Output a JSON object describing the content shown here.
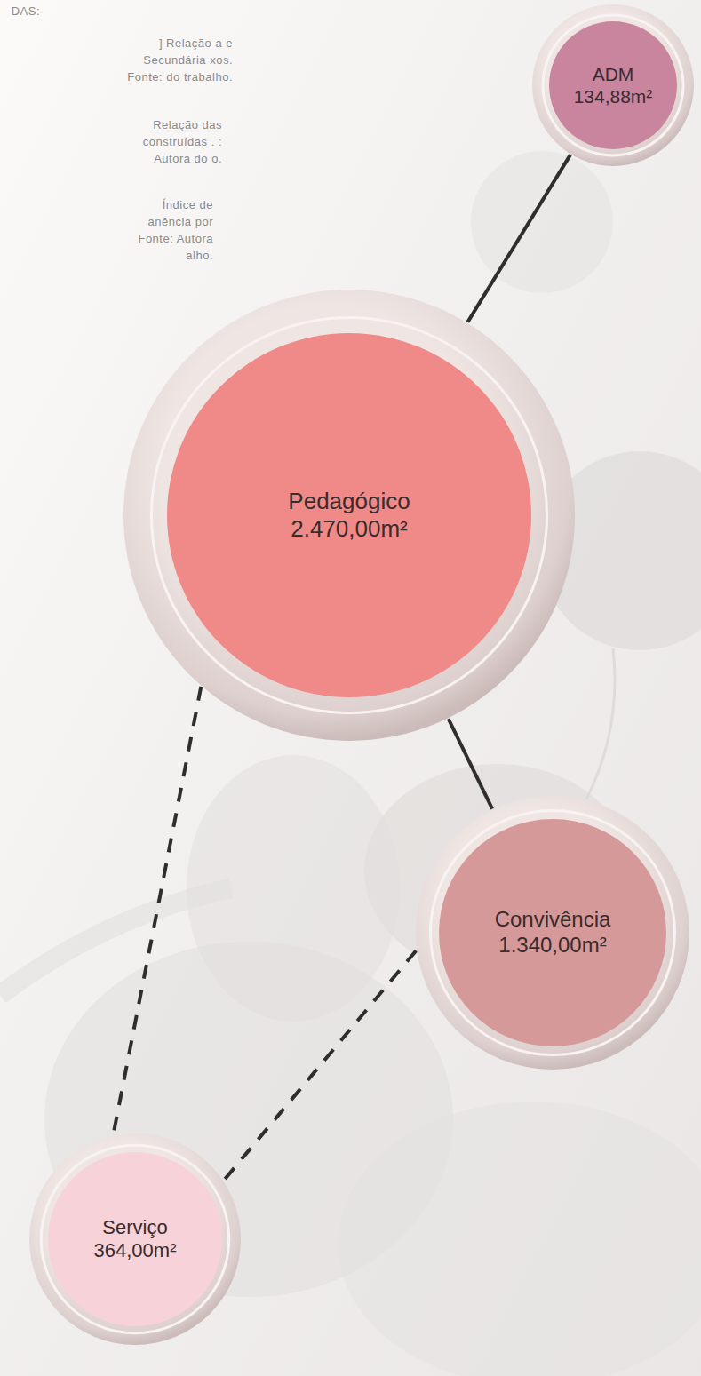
{
  "diagram": {
    "nodes": [
      {
        "text": [
          "ADM",
          "134,88m²"
        ]
      },
      {
        "text": [
          "Pedagógico",
          "2.470,00m²"
        ]
      },
      {
        "text": [
          "Convivência",
          "1.340,00m²"
        ]
      },
      {
        "text": [
          "Serviço",
          "364,00m²"
        ]
      }
    ],
    "edges": [
      {
        "from": 1,
        "to": 0,
        "arrow": "none"
      },
      {
        "from": 1,
        "to": 2,
        "arrow": "none"
      },
      {
        "from": 1,
        "to": 3,
        "arrow": "none"
      },
      {
        "from": 2,
        "to": 3,
        "arrow": "none"
      }
    ],
    "labels": [
      "DAS:",
      "] Relação a e Secundária xos. Fonte: do trabalho.",
      "Relação das construídas . : Autora do o.",
      "Índice de anência por Fonte: Autora alho."
    ]
  }
}
